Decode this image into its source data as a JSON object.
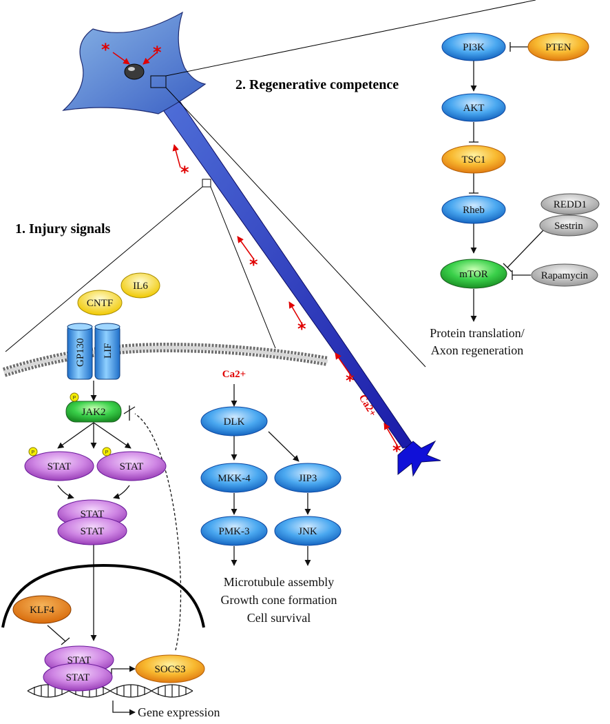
{
  "headings": {
    "injury": "1. Injury signals",
    "regen": "2. Regenerative competence"
  },
  "colors": {
    "blue": "#2f8fe6",
    "orange": "#f3a11d",
    "green": "#27c43a",
    "purple": "#c36ed9",
    "grey": "#bdbdbd",
    "red_marker": "#e00000",
    "axon": "#2020b8"
  },
  "regen_pathway": {
    "pi3k": "PI3K",
    "pten": "PTEN",
    "akt": "AKT",
    "tsc1": "TSC1",
    "rheb": "Rheb",
    "redd1": "REDD1",
    "sestrin": "Sestrin",
    "mtor": "mTOR",
    "rapamycin": "Rapamycin",
    "output_line1": "Protein translation/",
    "output_line2": "Axon regeneration"
  },
  "injury_pathway": {
    "il6": "IL6",
    "cntf": "CNTF",
    "gp130": "GP130",
    "lif": "LIF",
    "jak2": "JAK2",
    "phospho": "P",
    "stat": "STAT",
    "klf4": "KLF4",
    "socs3": "SOCS3",
    "gene_expression": "Gene expression"
  },
  "dlk_pathway": {
    "ca_membrane": "Ca2+",
    "ca_axon": "Ca2+",
    "dlk": "DLK",
    "mkk4": "MKK-4",
    "jip3": "JIP3",
    "pmk3": "PMK-3",
    "jnk": "JNK",
    "output_line1": "Microtubule assembly",
    "output_line2": "Growth cone formation",
    "output_line3": "Cell survival"
  }
}
